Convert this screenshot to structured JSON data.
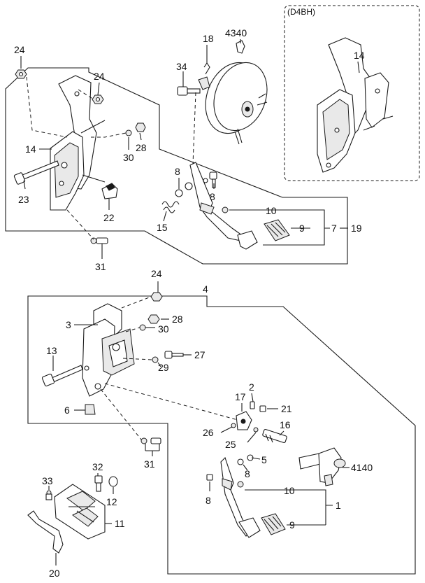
{
  "variant_box": {
    "label": "(D4BH)"
  },
  "callouts": [
    {
      "id": "c-24a",
      "text": "24"
    },
    {
      "id": "c-24b",
      "text": "24"
    },
    {
      "id": "c-14a",
      "text": "14"
    },
    {
      "id": "c-23",
      "text": "23"
    },
    {
      "id": "c-30a",
      "text": "30"
    },
    {
      "id": "c-28a",
      "text": "28"
    },
    {
      "id": "c-22",
      "text": "22"
    },
    {
      "id": "c-31a",
      "text": "31"
    },
    {
      "id": "c-18",
      "text": "18"
    },
    {
      "id": "c-4340",
      "text": "4340"
    },
    {
      "id": "c-34",
      "text": "34"
    },
    {
      "id": "c-8a",
      "text": "8"
    },
    {
      "id": "c-8b",
      "text": "8"
    },
    {
      "id": "c-15",
      "text": "15"
    },
    {
      "id": "c-10a",
      "text": "10"
    },
    {
      "id": "c-9a",
      "text": "9"
    },
    {
      "id": "c-7",
      "text": "7"
    },
    {
      "id": "c-19",
      "text": "19"
    },
    {
      "id": "c-14b",
      "text": "14"
    },
    {
      "id": "c-24c",
      "text": "24"
    },
    {
      "id": "c-4",
      "text": "4"
    },
    {
      "id": "c-3",
      "text": "3"
    },
    {
      "id": "c-28b",
      "text": "28"
    },
    {
      "id": "c-30b",
      "text": "30"
    },
    {
      "id": "c-13",
      "text": "13"
    },
    {
      "id": "c-27",
      "text": "27"
    },
    {
      "id": "c-29",
      "text": "29"
    },
    {
      "id": "c-6",
      "text": "6"
    },
    {
      "id": "c-2",
      "text": "2"
    },
    {
      "id": "c-17",
      "text": "17"
    },
    {
      "id": "c-21",
      "text": "21"
    },
    {
      "id": "c-26",
      "text": "26"
    },
    {
      "id": "c-16",
      "text": "16"
    },
    {
      "id": "c-25",
      "text": "25"
    },
    {
      "id": "c-31b",
      "text": "31"
    },
    {
      "id": "c-5",
      "text": "5"
    },
    {
      "id": "c-4140",
      "text": "4140"
    },
    {
      "id": "c-32",
      "text": "32"
    },
    {
      "id": "c-8c",
      "text": "8"
    },
    {
      "id": "c-10b",
      "text": "10"
    },
    {
      "id": "c-33",
      "text": "33"
    },
    {
      "id": "c-12",
      "text": "12"
    },
    {
      "id": "c-8d",
      "text": "8"
    },
    {
      "id": "c-1",
      "text": "1"
    },
    {
      "id": "c-11",
      "text": "11"
    },
    {
      "id": "c-9b",
      "text": "9"
    },
    {
      "id": "c-20",
      "text": "20"
    }
  ]
}
